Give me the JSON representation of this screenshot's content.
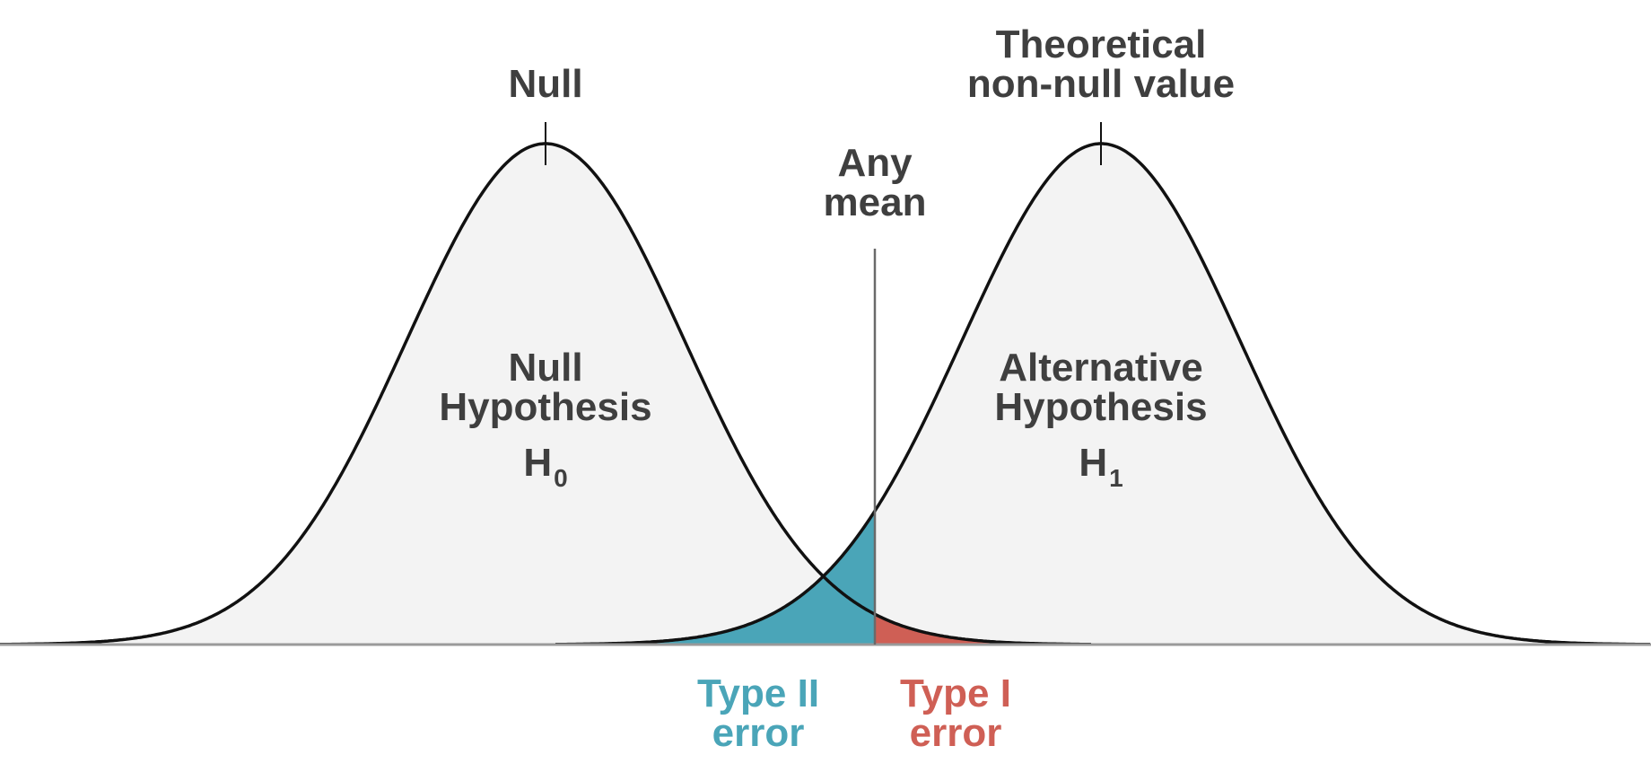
{
  "colors": {
    "curve_fill": "#f3f3f3",
    "curve_stroke": "#111111",
    "baseline": "#9a9a9a",
    "text": "#3f3f3f",
    "type_ii": "#4aa5b8",
    "type_i": "#cf5f55"
  },
  "labels": {
    "null_peak": "Null",
    "alt_peak_line1": "Theoretical",
    "alt_peak_line2": "non-null value",
    "any_mean_line1": "Any",
    "any_mean_line2": "mean",
    "null_hyp_line1": "Null",
    "null_hyp_line2": "Hypothesis",
    "null_symbol": "H",
    "null_subscript": "0",
    "alt_hyp_line1": "Alternative",
    "alt_hyp_line2": "Hypothesis",
    "alt_symbol": "H",
    "alt_subscript": "1",
    "type_ii_line1": "Type II",
    "type_ii_line2": "error",
    "type_i_line1": "Type I",
    "type_i_line2": "error"
  }
}
